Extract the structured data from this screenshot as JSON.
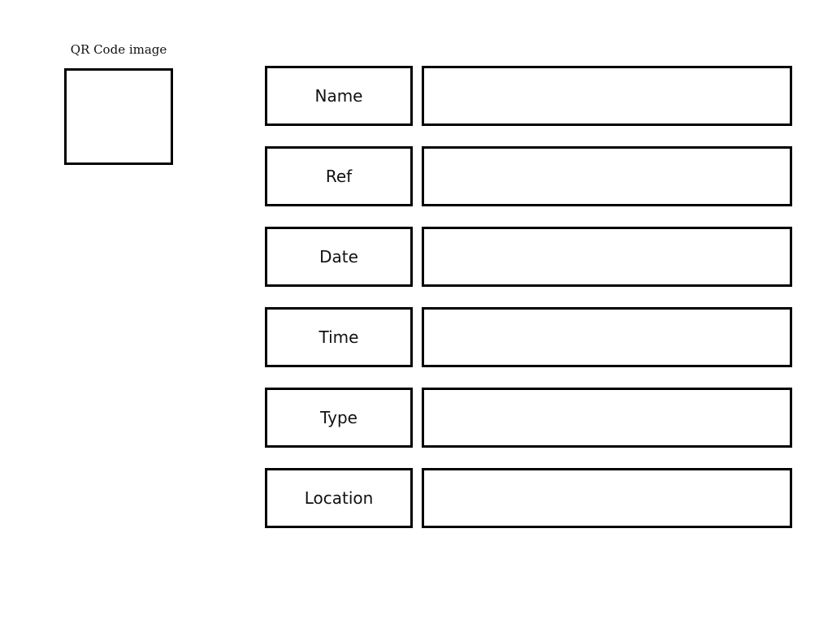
{
  "qr": {
    "caption": "QR Code image"
  },
  "fields": [
    {
      "label": "Name",
      "value": ""
    },
    {
      "label": "Ref",
      "value": ""
    },
    {
      "label": "Date",
      "value": ""
    },
    {
      "label": "Time",
      "value": ""
    },
    {
      "label": "Type",
      "value": ""
    },
    {
      "label": "Location",
      "value": ""
    }
  ]
}
